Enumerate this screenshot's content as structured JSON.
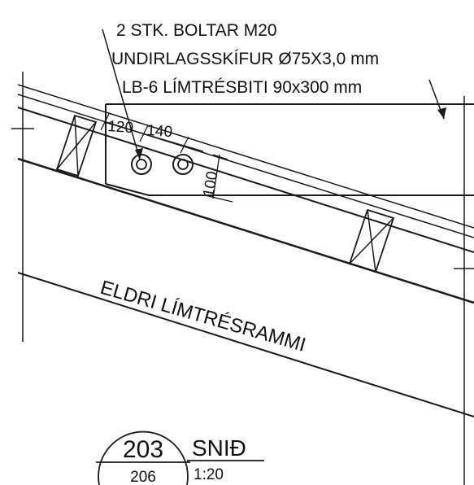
{
  "annotations": {
    "bolts": "2 STK. BOLTAR M20",
    "washers": "UNDIRLAGSSKÍFUR Ø75X3,0 mm",
    "beam": "LB-6 LÍMTRÉSBITI 90x300 mm",
    "frame_label": "ELDRI LÍMTRÉSRAMMI"
  },
  "dimensions": {
    "edge_distance": "120",
    "bolt_spacing": "140",
    "vertical": "100"
  },
  "section_marker": {
    "number": "203",
    "sheet": "206",
    "title": "SNIÐ",
    "scale": "1:20"
  }
}
